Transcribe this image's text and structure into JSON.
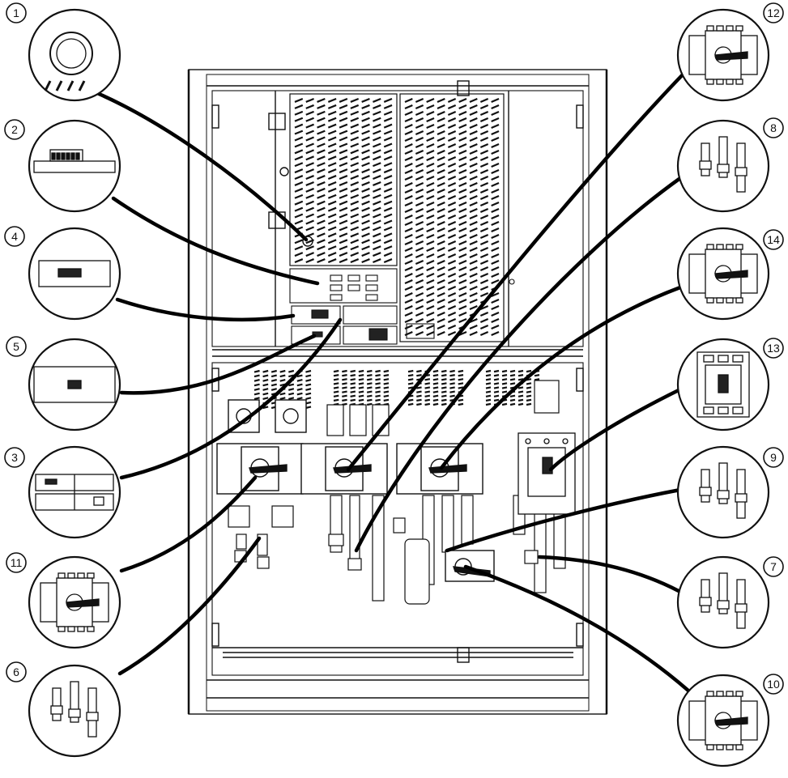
{
  "diagram": {
    "callouts": [
      {
        "id": "1",
        "label": "1",
        "part": "round-connector-icon"
      },
      {
        "id": "2",
        "label": "2",
        "part": "terminal-board-icon"
      },
      {
        "id": "3",
        "label": "3",
        "part": "control-panel-icon"
      },
      {
        "id": "4",
        "label": "4",
        "part": "interface-card-icon"
      },
      {
        "id": "5",
        "label": "5",
        "part": "serial-port-icon"
      },
      {
        "id": "6",
        "label": "6",
        "part": "busbar-icon"
      },
      {
        "id": "7",
        "label": "7",
        "part": "busbar-icon"
      },
      {
        "id": "8",
        "label": "8",
        "part": "busbar-icon"
      },
      {
        "id": "9",
        "label": "9",
        "part": "busbar-icon"
      },
      {
        "id": "10",
        "label": "10",
        "part": "rotary-switch-icon"
      },
      {
        "id": "11",
        "label": "11",
        "part": "rotary-switch-icon"
      },
      {
        "id": "12",
        "label": "12",
        "part": "rotary-switch-icon"
      },
      {
        "id": "13",
        "label": "13",
        "part": "circuit-breaker-icon"
      },
      {
        "id": "14",
        "label": "14",
        "part": "rotary-switch-icon"
      }
    ],
    "colors": {
      "stroke": "#111111",
      "leader": "#000000",
      "background": "#ffffff"
    }
  }
}
